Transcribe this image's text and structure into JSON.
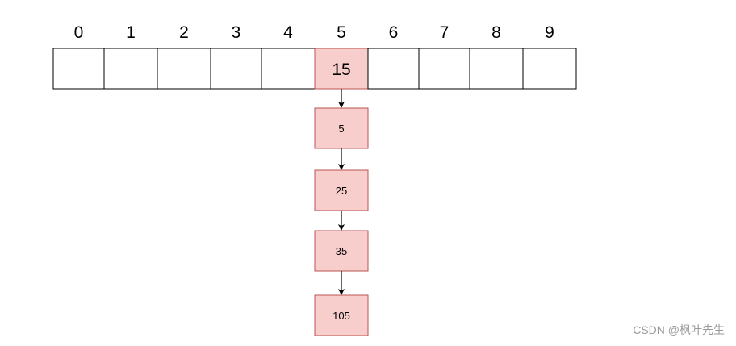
{
  "array": {
    "indices": [
      "0",
      "1",
      "2",
      "3",
      "4",
      "5",
      "6",
      "7",
      "8",
      "9"
    ],
    "cells": [
      "",
      "",
      "",
      "",
      "",
      "15",
      "",
      "",
      "",
      ""
    ],
    "highlighted_index": 5
  },
  "chain": [
    "5",
    "25",
    "35",
    "105"
  ],
  "colors": {
    "highlight_fill": "#f8cecc",
    "highlight_stroke": "#b85450",
    "cell_stroke": "#000000",
    "arrow": "#000000"
  },
  "watermark": "CSDN @枫叶先生"
}
